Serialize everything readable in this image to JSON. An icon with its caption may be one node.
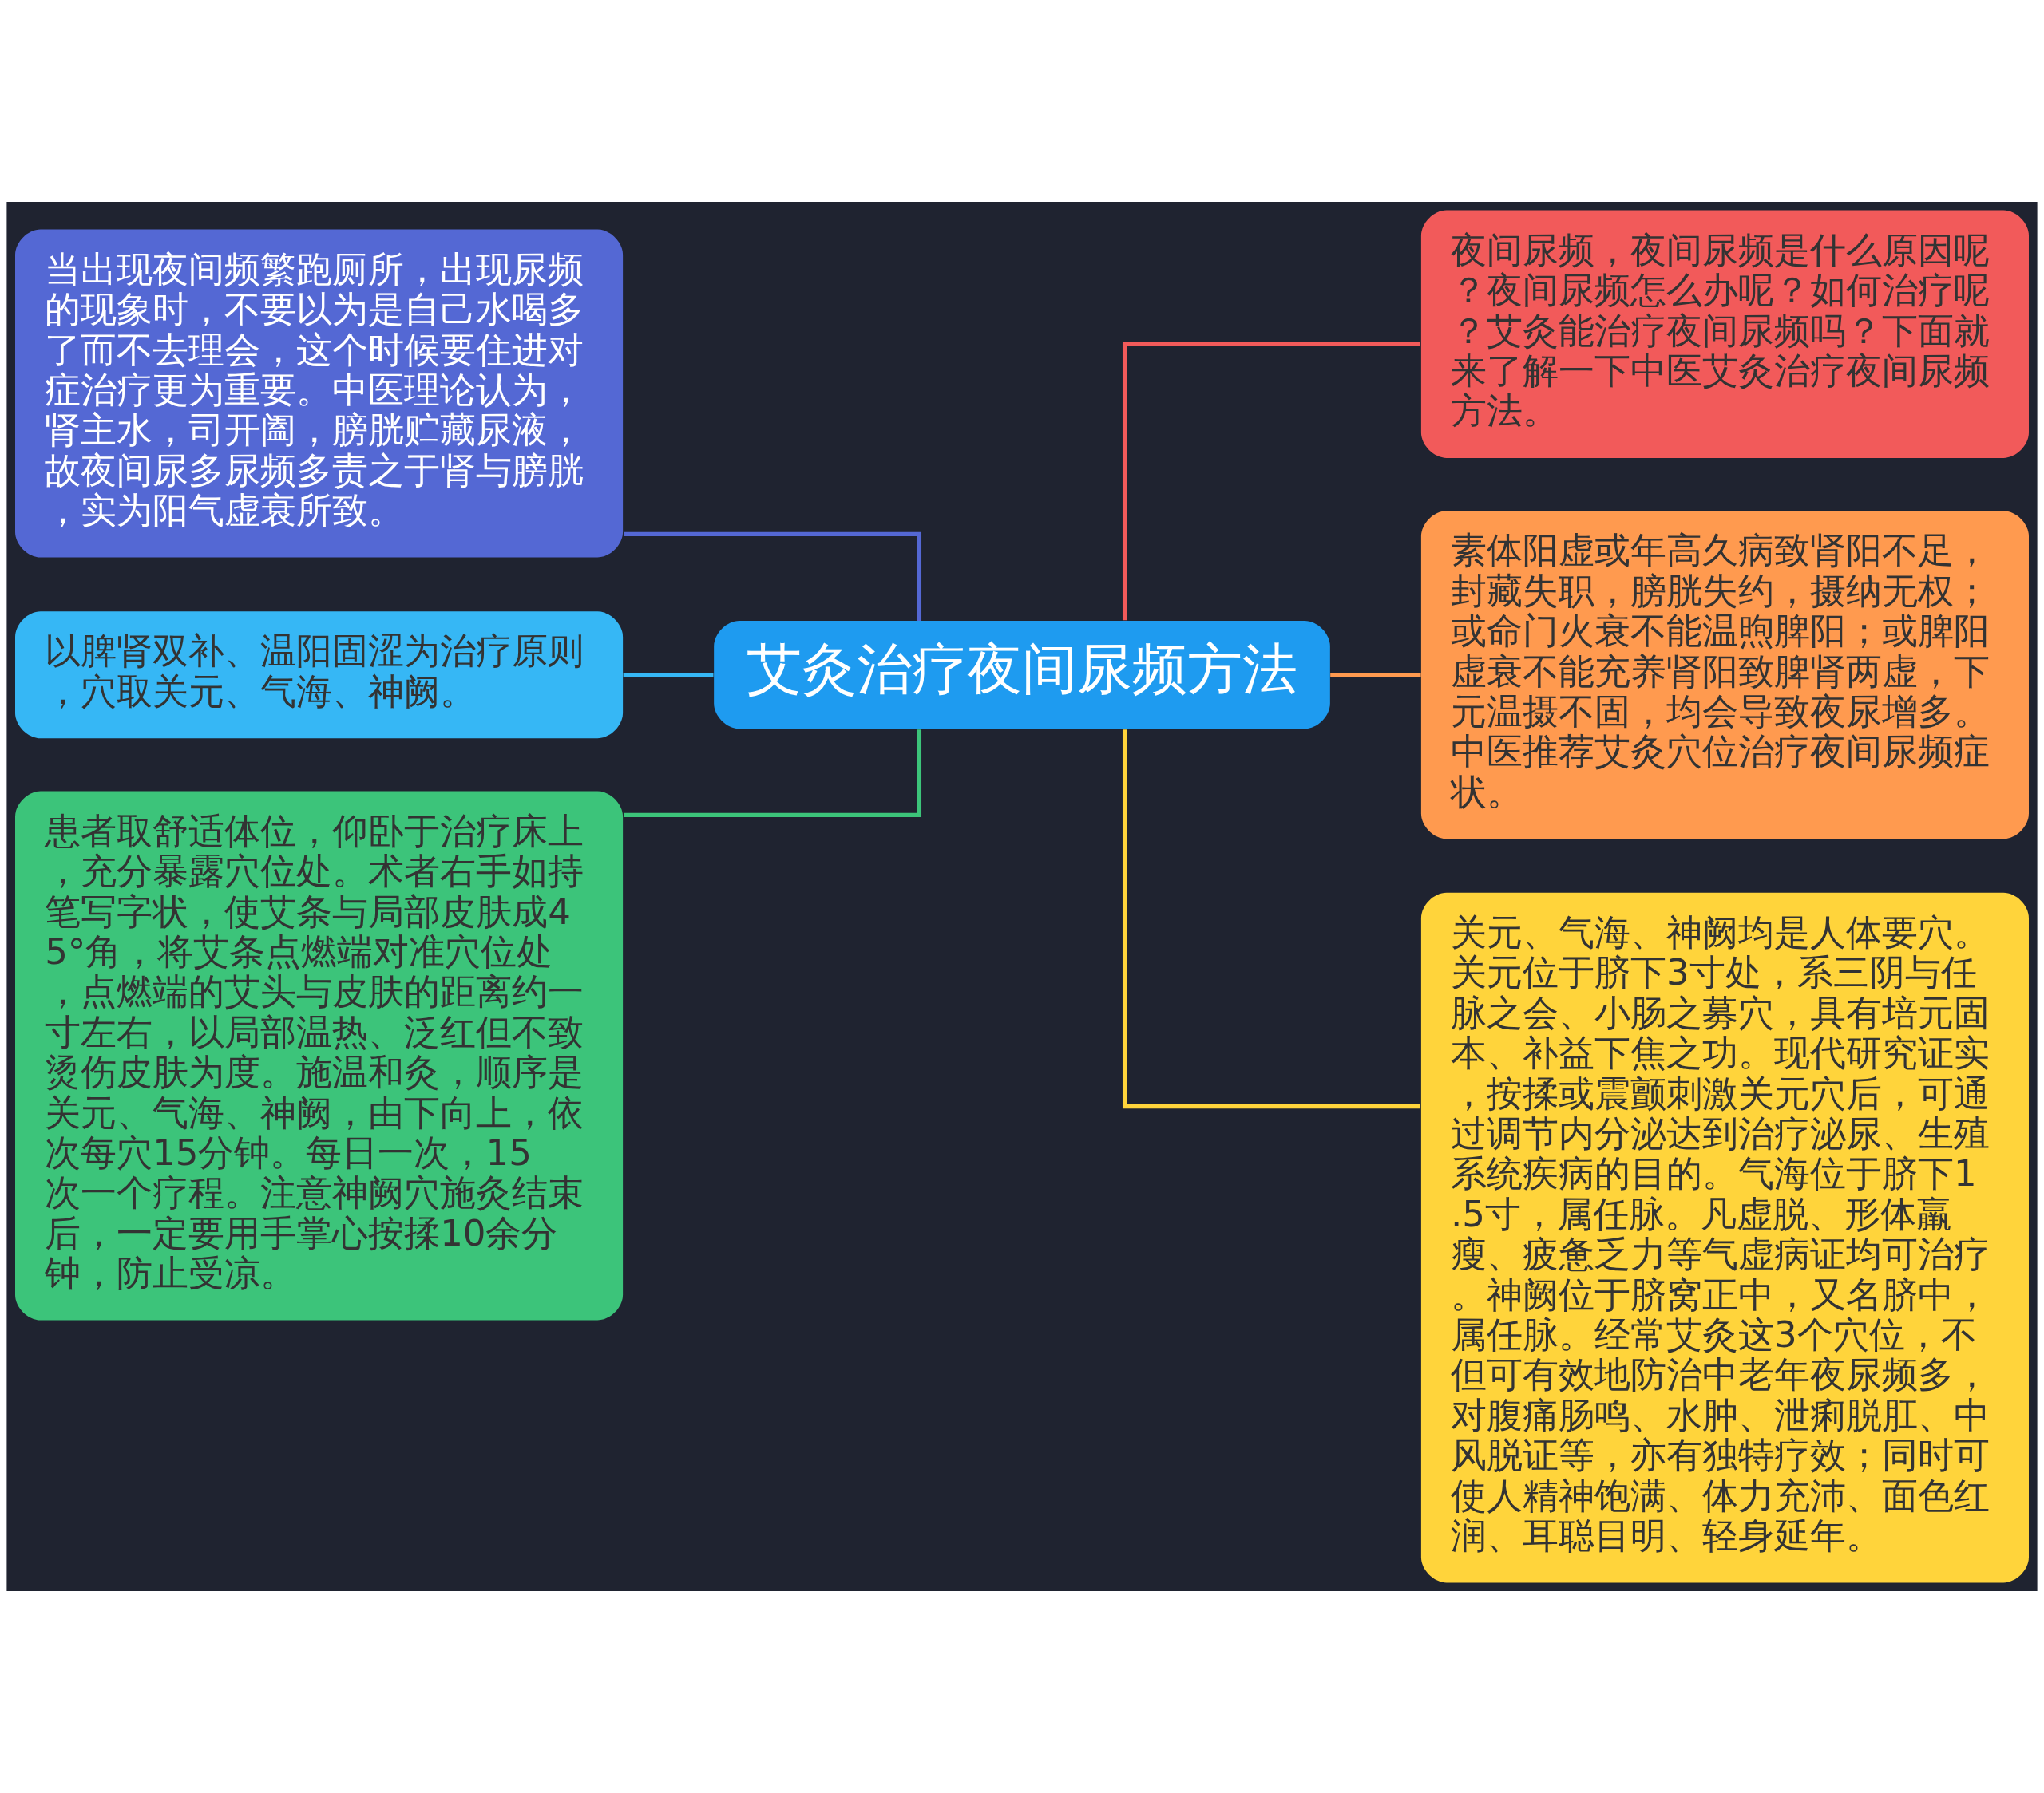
{
  "diagram": {
    "nodes": [
      {
        "text": [
          "艾灸治疗夜间尿频方法"
        ]
      },
      {
        "text": [
          "夜间尿频，夜间尿频是什么原因呢？夜间尿频怎么办呢？如何治疗呢？艾灸能治疗夜间尿频吗？下面就来了解一下中医艾灸治疗夜间尿频方法。"
        ]
      },
      {
        "text": [
          "素体阳虚或年高久病致肾阳不足，封藏失职，膀胱失约，摄纳无权；或命门火衰不能温煦脾阳；或脾阳虚衰不能充养肾阳致脾肾两虚，下元温摄不固，均会导致夜尿增多。中医推荐艾灸穴位治疗夜间尿频症状。"
        ]
      },
      {
        "text": [
          "关元、气海、神阙均是人体要穴。关元位于脐下3寸处，系三阴与任脉之会、小肠之募穴，具有培元固本、补益下焦之功。现代研究证实，按揉或震颤刺激关元穴后，可通过调节内分泌达到治疗泌尿、生殖系统疾病的目的。气海位于脐下1.5寸，属任脉。凡虚脱、形体羸瘦、疲惫乏力等气虚病证均可治疗。神阙位于脐窝正中，又名脐中，属任脉。经常艾灸这3个穴位，不但可有效地防治中老年夜尿频多，对腹痛肠鸣、水肿、泄痢脱肛、中风脱证等，亦有独特疗效；同时可使人精神饱满、体力充沛、面色红润、耳聪目明、轻身延年。"
        ]
      },
      {
        "text": [
          "当出现夜间频繁跑厕所，出现尿频的现象时，不要以为是自己水喝多了而不去理会，这个时候要住进对症治疗更为重要。中医理论认为，肾主水，司开阖，膀胱贮藏尿液，故夜间尿多尿频多责之于肾与膀胱，实为阳气虚衰所致。"
        ]
      },
      {
        "text": [
          "以脾肾双补、温阳固涩为治疗原则，穴取关元、气海、神阙。"
        ]
      },
      {
        "text": [
          "患者取舒适体位，仰卧于治疗床上，充分暴露穴位处。术者右手如持笔写字状，使艾条与局部皮肤成45°角，将艾条点燃端对准穴位处，点燃端的艾头与皮肤的距离约一寸左右，以局部温热、泛红但不致烫伤皮肤为度。施温和灸，顺序是关元、气海、神阙，由下向上，依次每穴15分钟。每日一次，15次一个疗程。注意神阙穴施灸结束后，一定要用手掌心按揉10余分钟，防止受凉。"
        ]
      }
    ],
    "edges": [
      {
        "from": 0,
        "to": 1,
        "arrow": "none",
        "color": "#f25a5a"
      },
      {
        "from": 0,
        "to": 2,
        "arrow": "none",
        "color": "#ff9a4f"
      },
      {
        "from": 0,
        "to": 3,
        "arrow": "none",
        "color": "#ffd43b"
      },
      {
        "from": 0,
        "to": 4,
        "arrow": "none",
        "color": "#5468d4"
      },
      {
        "from": 0,
        "to": 5,
        "arrow": "none",
        "color": "#36b7f5"
      },
      {
        "from": 0,
        "to": 6,
        "arrow": "none",
        "color": "#3cc47a"
      }
    ]
  }
}
